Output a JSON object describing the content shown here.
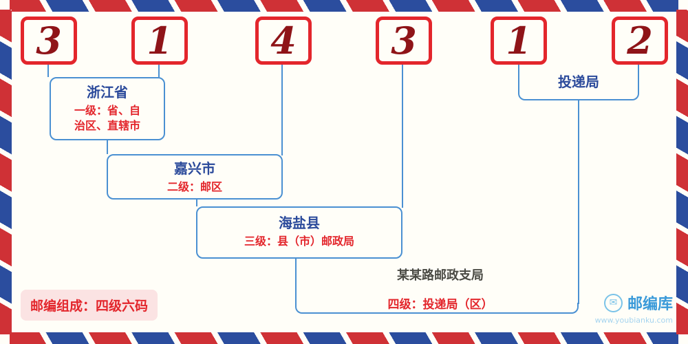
{
  "code_boxes": {
    "digits": [
      "3",
      "1",
      "4",
      "3",
      "1",
      "2"
    ]
  },
  "annotations": {
    "level1": {
      "place": "浙江省",
      "desc_line1": "一级：省、自",
      "desc_line2": "治区、直辖市"
    },
    "level2": {
      "place": "嘉兴市",
      "desc": "二级：邮区"
    },
    "level3": {
      "place": "海盐县",
      "desc": "三级：县（市）邮政局"
    },
    "level4": {
      "place": "某某路邮政支局",
      "desc": "四级：投递局（区）"
    },
    "delivery": {
      "place": "投递局"
    }
  },
  "footer": {
    "composition": "邮编组成：四级六码"
  },
  "branding": {
    "site_name": "邮编库",
    "site_url": "www.youbianku.com",
    "envelope_icon_glyph": "✉"
  },
  "colors": {
    "box_border_red": "#e3262c",
    "digit_maroon": "#8f1418",
    "line_blue": "#4a90d2",
    "place_navy": "#2b4a9b",
    "desc_red": "#e3262c",
    "branch_text_gray": "#4a4a44",
    "brand_blue": "#3a9ad9",
    "stripe_red": "#cf3136",
    "stripe_blue": "#2b4d9e"
  }
}
